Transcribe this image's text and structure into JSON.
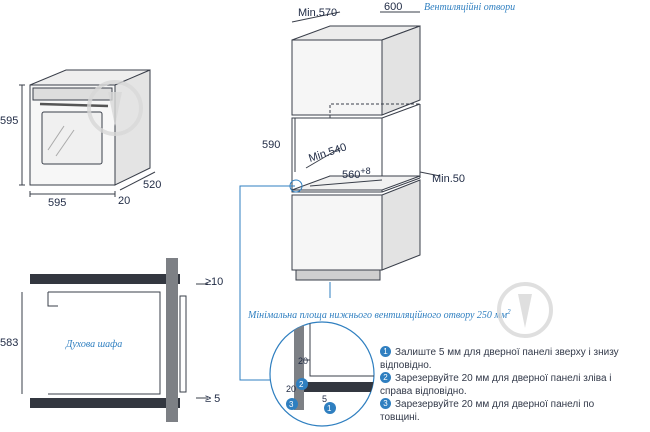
{
  "colors": {
    "accent": "#2f7fc0",
    "line": "#3a3f4a",
    "wall": "#7d8085",
    "shelf": "#333740"
  },
  "oven_view": {
    "height": "595",
    "width": "595",
    "depth": "520",
    "door": "20"
  },
  "cabinet_view": {
    "min_570": "Min.570",
    "w_600": "600",
    "vent_label": "Вентиляційні отвори",
    "h_590": "590",
    "min_540": "Min.540",
    "w_560": "560",
    "w_560_sup": "+8",
    "min_50": "Min.50",
    "bottom_note": "Мінімальна площа нижнього вентиляційного отвору 250 мм",
    "bottom_note_sup": "2"
  },
  "section_view": {
    "gap_top": "≥10",
    "gap_bottom": "≥ 5",
    "h_583": "583",
    "oven_label": "Духова шафа"
  },
  "detail": {
    "d20_a": "20",
    "d20_b": "20",
    "d5": "5",
    "b1": "1",
    "b2": "2",
    "b3": "3"
  },
  "notes": [
    {
      "n": "1",
      "text": "Залиште 5 мм для дверної панелі зверху і знизу відповідно."
    },
    {
      "n": "2",
      "text": "Зарезервуйте 20 мм для дверної панелі зліва і справа відповідно."
    },
    {
      "n": "3",
      "text": "Зарезервуйте 20 мм для дверної панелі по товщині."
    }
  ]
}
